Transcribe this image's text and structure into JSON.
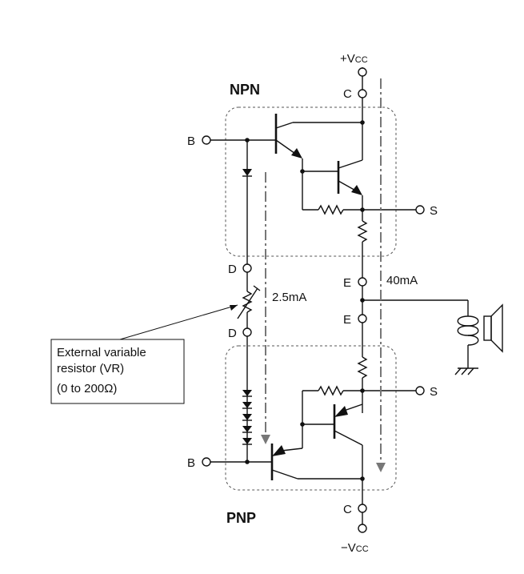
{
  "labels": {
    "vcc_pos": {
      "prefix": "+V",
      "sub": "CC"
    },
    "vcc_neg": {
      "prefix": "−V",
      "sub": "CC"
    },
    "npn": "NPN",
    "pnp": "PNP",
    "c_top": "C",
    "c_bottom": "C",
    "b_top": "B",
    "b_bottom": "B",
    "s_top": "S",
    "s_bottom": "S",
    "d_top": "D",
    "d_bottom": "D",
    "e_top": "E",
    "e_bottom": "E",
    "current_small": "2.5mA",
    "current_large": "40mA"
  },
  "callout": {
    "line1": "External variable",
    "line2": "resistor (VR)",
    "line3": "(0 to 200Ω)"
  }
}
